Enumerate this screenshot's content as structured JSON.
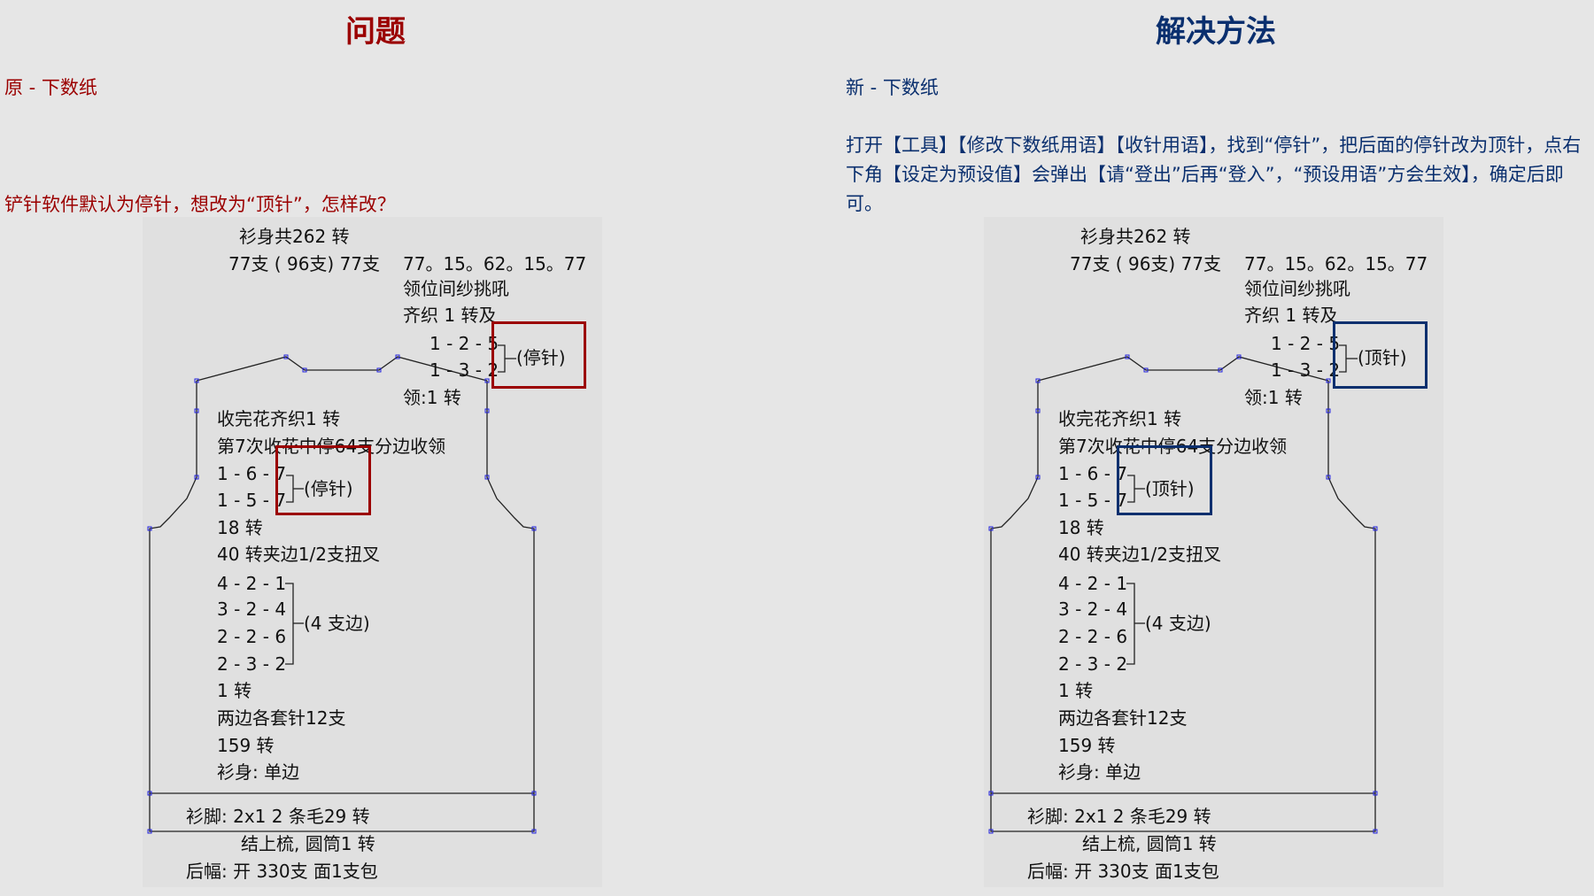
{
  "colors": {
    "problem": "#9b0000",
    "solution": "#0a2f6e",
    "tag_green": "#2e8b2e",
    "tag_orange": "#e07b10"
  },
  "left": {
    "heading": "问题",
    "subheading": "原 - 下数纸",
    "question": "铲针软件默认为停针，想改为“顶针”，怎样改？",
    "chart": {
      "total": "衫身共262 转",
      "stitches": "77支 ( 96支) 77支",
      "stitches_split": "77。15。62。15。77",
      "neck_pick": "领位间纱挑吼",
      "neck_even": "齐织 1 转及",
      "neck_row1": "1 - 2 - 5",
      "neck_row2": "1 - 3 - 2",
      "neck_tag": "(停针)",
      "neck_rows": "领:1 转",
      "finish": "收完花齐织1 转",
      "seventh": "第7次收花中停64支分边收领",
      "mid_row1": "1 - 6 - 7",
      "mid_row2": "1 - 5 - 7",
      "mid_tag": "(停针)",
      "r18": "18 转",
      "r40": "40 转夹边1/2支扭叉",
      "dec1": "4 - 2 - 1",
      "dec2": "3 - 2 - 4",
      "dec3": "2 - 2 - 6",
      "dec4": "2 - 3 - 2",
      "dec_tag": "(4 支边)",
      "r1": "1 转",
      "bind": "两边各套针12支",
      "r159": "159 转",
      "body": "衫身: 单边",
      "hem": "衫脚: 2x1     2 条毛29 转",
      "comb": "结上梳, 圆筒1 转",
      "back": "后幅: 开 330支 面1支包"
    }
  },
  "right": {
    "heading": "解决方法",
    "subheading": "新 - 下数纸",
    "instructions": "打开【工具】【修改下数纸用语】【收针用语】，找到“停针”，把后面的停针改为顶针，点右下角【设定为预设值】会弹出【请“登出”后再“登入”，“预设用语”方会生效】，确定后即可。",
    "chart": {
      "total": "衫身共262 转",
      "stitches": "77支 ( 96支) 77支",
      "stitches_split": "77。15。62。15。77",
      "neck_pick": "领位间纱挑吼",
      "neck_even": "齐织 1 转及",
      "neck_row1": "1 - 2 - 5",
      "neck_row2": "1 - 3 - 2",
      "neck_tag": "(顶针)",
      "neck_rows": "领:1 转",
      "finish": "收完花齐织1 转",
      "seventh": "第7次收花中停64支分边收领",
      "mid_row1": "1 - 6 - 7",
      "mid_row2": "1 - 5 - 7",
      "mid_tag": "(顶针)",
      "r18": "18 转",
      "r40": "40 转夹边1/2支扭叉",
      "dec1": "4 - 2 - 1",
      "dec2": "3 - 2 - 4",
      "dec3": "2 - 2 - 6",
      "dec4": "2 - 3 - 2",
      "dec_tag": "(4 支边)",
      "r1": "1 转",
      "bind": "两边各套针12支",
      "r159": "159 转",
      "body": "衫身: 单边",
      "hem": "衫脚: 2x1     2 条毛29 转",
      "comb": "结上梳, 圆筒1 转",
      "back": "后幅: 开 330支 面1支包"
    }
  }
}
